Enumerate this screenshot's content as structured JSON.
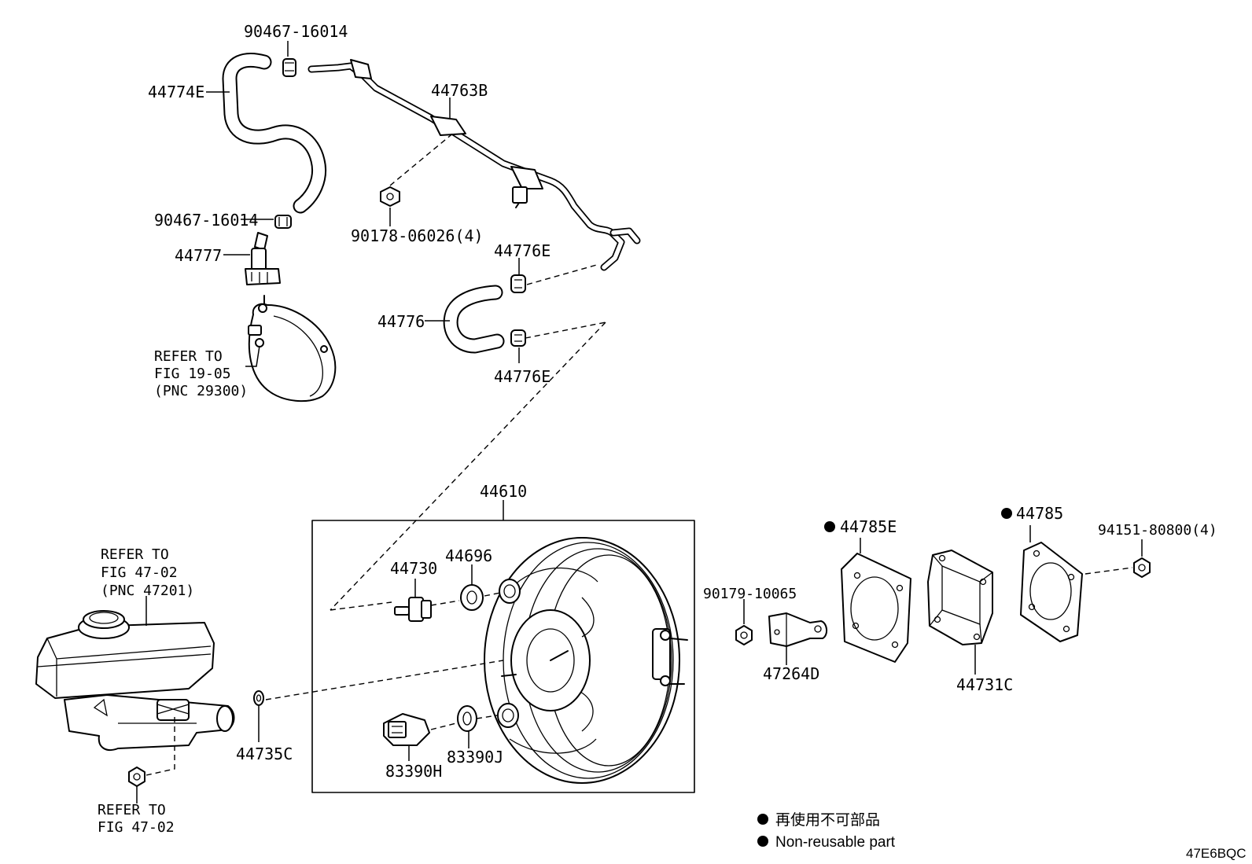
{
  "labels": {
    "p90467_top": "90467-16014",
    "p44774E": "44774E",
    "p44763B": "44763B",
    "p90467_mid": "90467-16014",
    "p90178": "90178-06026(4)",
    "p44777": "44777",
    "p44776E_top": "44776E",
    "p44776": "44776",
    "p44776E_bot": "44776E",
    "p44610": "44610",
    "p44730": "44730",
    "p44696": "44696",
    "p44785E": "44785E",
    "p44785": "44785",
    "p94151": "94151-80800(4)",
    "p90179": "90179-10065",
    "p47264D": "47264D",
    "p44731C": "44731C",
    "p44735C": "44735C",
    "p83390H": "83390H",
    "p83390J": "83390J"
  },
  "refs": {
    "vacuum_pump": [
      "REFER TO",
      "FIG 19-05",
      "(PNC 29300)"
    ],
    "master_cyl": [
      "REFER TO",
      "FIG 47-02",
      "(PNC 47201)"
    ],
    "nut": [
      "REFER TO",
      "FIG 47-02"
    ]
  },
  "legend": {
    "japanese": "再使用不可部品",
    "english": "Non-reusable part"
  },
  "diagram_code": "47E6BQC"
}
